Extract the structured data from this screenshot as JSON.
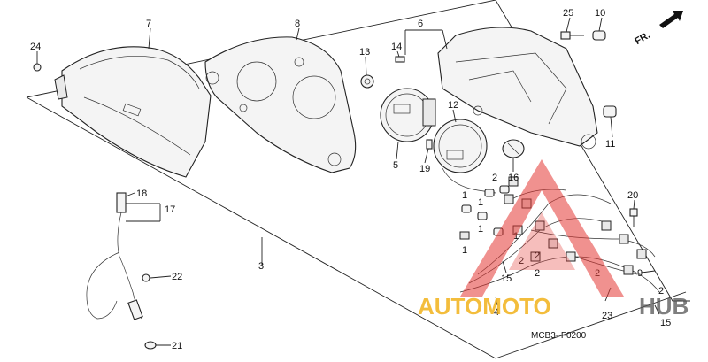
{
  "diagram": {
    "diagram_code": "MCB3- F0200",
    "direction_label": "FR.",
    "callouts": {
      "c1a": "1",
      "c1b": "1",
      "c1c": "1",
      "c1d": "1",
      "c1e": "1",
      "c2a": "2",
      "c2b": "2",
      "c2c": "2",
      "c2d": "2",
      "c2e": "2",
      "c2f": "2",
      "c3": "3",
      "c4": "4",
      "c5": "5",
      "c6": "6",
      "c7": "7",
      "c8": "8",
      "c9": "9",
      "c10": "10",
      "c11": "11",
      "c12": "12",
      "c13": "13",
      "c14": "14",
      "c15a": "15",
      "c15b": "15",
      "c16": "16",
      "c17": "17",
      "c18": "18",
      "c19": "19",
      "c20": "20",
      "c21": "21",
      "c22": "22",
      "c23": "23",
      "c24": "24",
      "c25": "25"
    }
  },
  "watermark": {
    "part1": "AUTOMOTO",
    "part2": "HUB",
    "primary_color": "#f2b21b",
    "secondary_color": "#555555",
    "logo_color": "#e53935"
  }
}
